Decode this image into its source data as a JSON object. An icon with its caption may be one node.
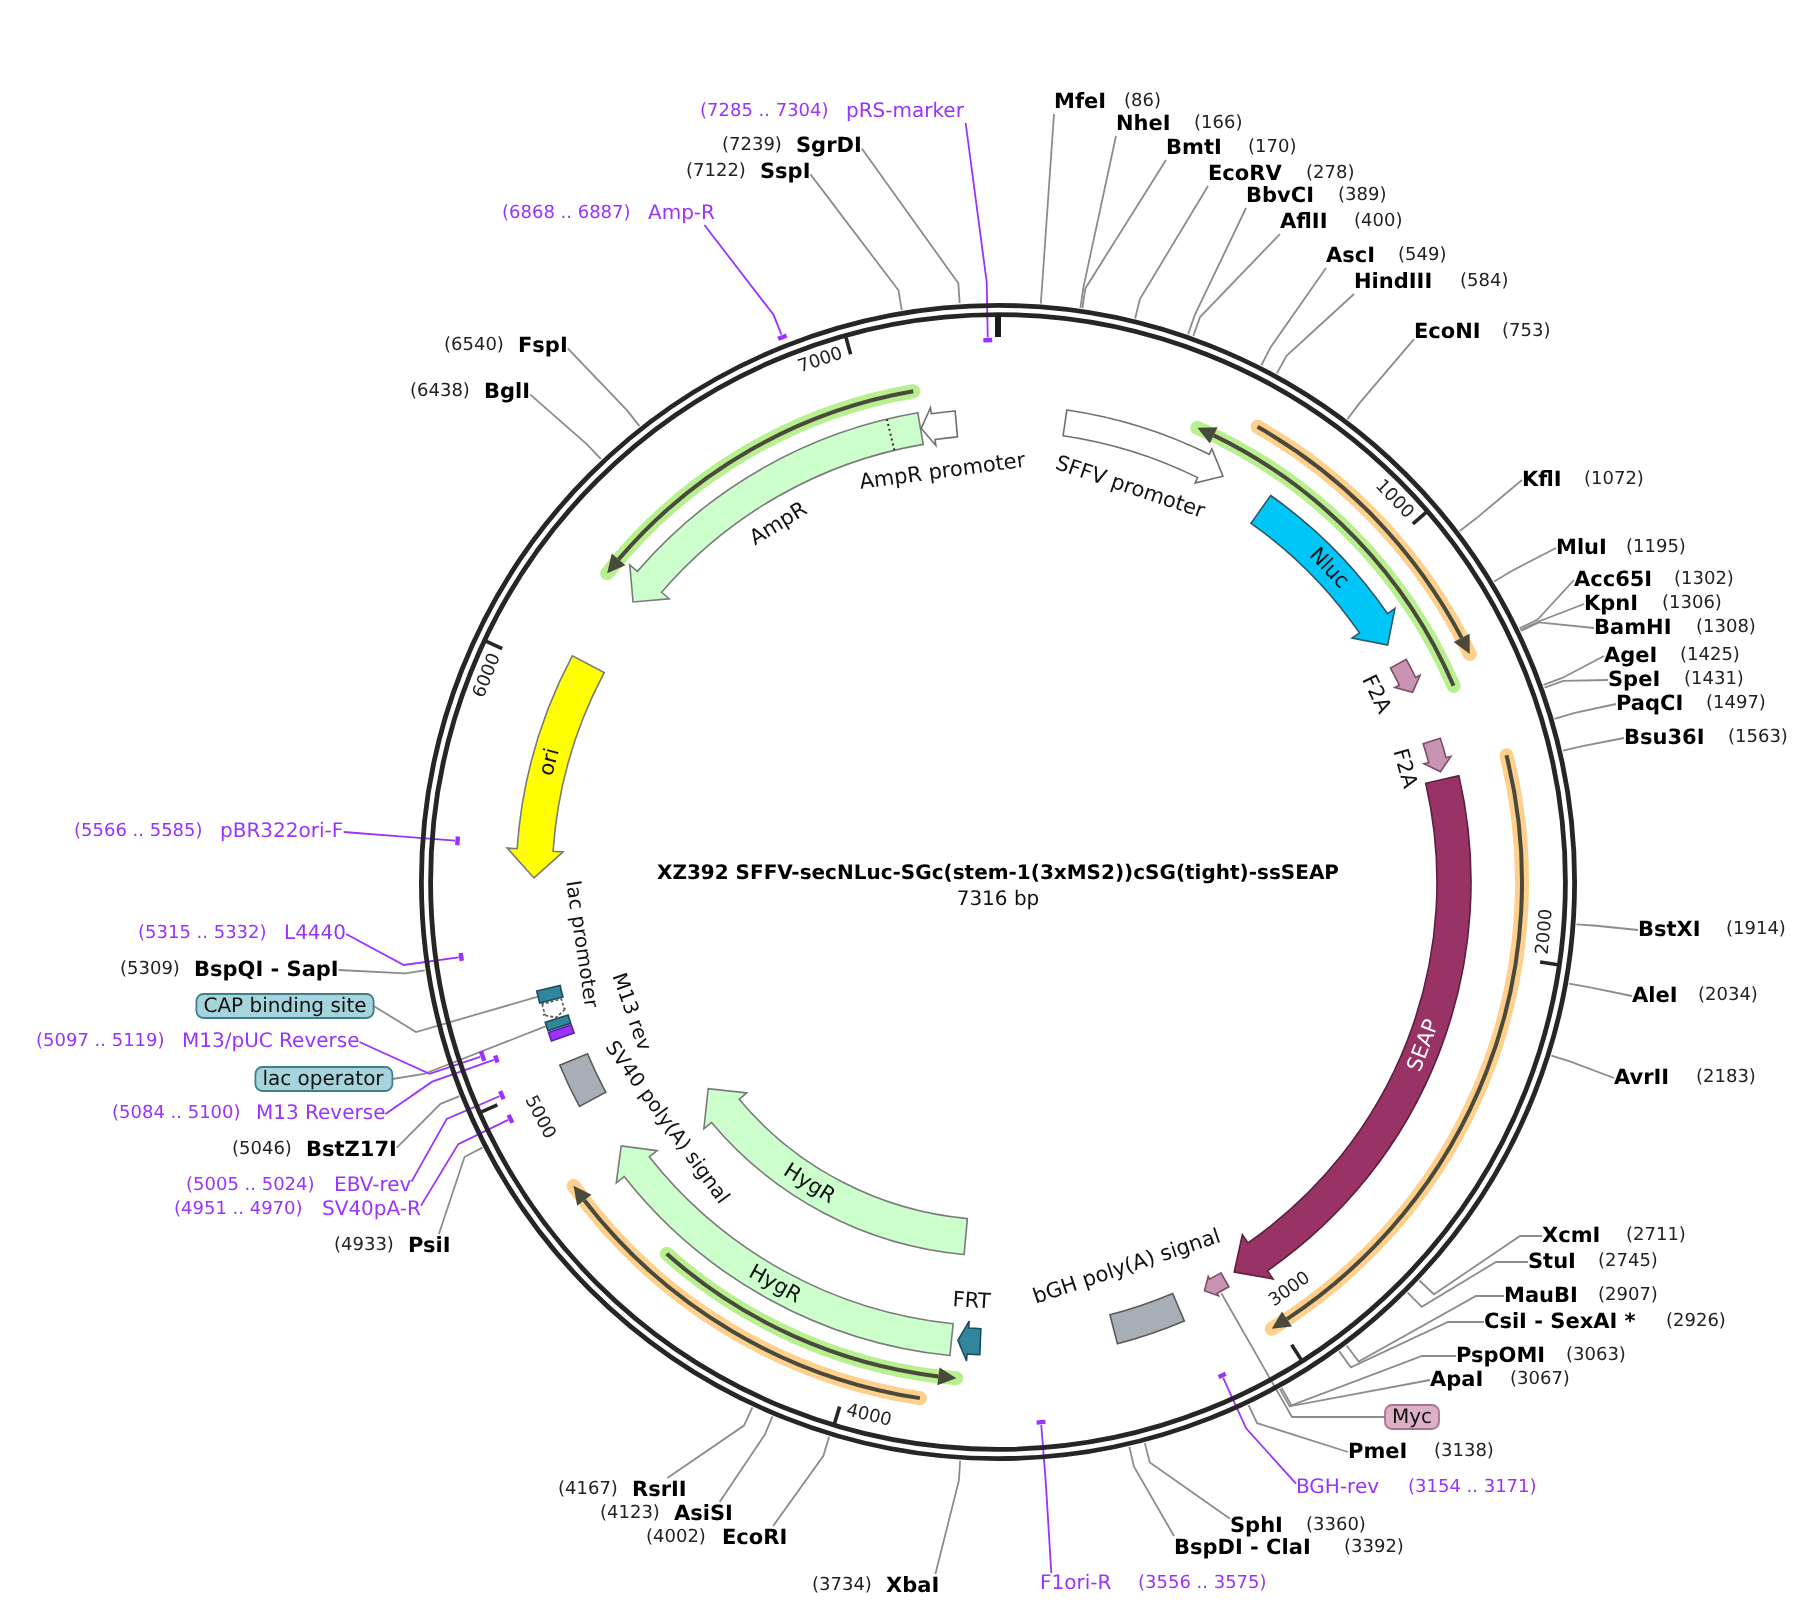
{
  "diagram": {
    "title": "XZ392 SFFV-secNLuc-SGc(stem-1(3xMS2))cSG(tight)-ssSEAP",
    "nodes": [
      {
        "text": [
          "SFFV promoter"
        ]
      },
      {
        "text": [
          "Nluc"
        ]
      },
      {
        "text": [
          "F2A"
        ]
      },
      {
        "text": [
          "F2A"
        ]
      },
      {
        "text": [
          "SEAP"
        ]
      },
      {
        "text": [],
        "shape": "arrow"
      },
      {
        "text": [
          "bGH poly(A) signal"
        ]
      },
      {
        "text": [
          "FRT"
        ]
      },
      {
        "text": [
          "HygR"
        ]
      },
      {
        "text": [
          "HygR"
        ]
      },
      {
        "text": [
          "SV40 poly(A) signal"
        ]
      },
      {
        "text": [
          "M13 rev"
        ]
      },
      {
        "text": [],
        "shape": "box"
      },
      {
        "text": [
          "lac promoter"
        ]
      },
      {
        "text": [],
        "shape": "box"
      },
      {
        "text": [
          "ori"
        ]
      },
      {
        "text": [
          "AmpR"
        ]
      },
      {
        "text": [
          "AmpR promoter"
        ]
      },
      {
        "text": [
          "Myc"
        ]
      },
      {
        "text": [
          "lac operator"
        ]
      },
      {
        "text": [
          "CAP binding site"
        ]
      },
      {
        "text": [
          "MfeI",
          "(86)"
        ]
      },
      {
        "text": [
          "NheI",
          "(166)"
        ]
      },
      {
        "text": [
          "BmtI",
          "(170)"
        ]
      },
      {
        "text": [
          "EcoRV",
          "(278)"
        ]
      },
      {
        "text": [
          "BbvCI",
          "(389)"
        ]
      },
      {
        "text": [
          "AflII",
          "(400)"
        ]
      },
      {
        "text": [
          "AscI",
          "(549)"
        ]
      },
      {
        "text": [
          "HindIII",
          "(584)"
        ]
      },
      {
        "text": [
          "EcoNI",
          "(753)"
        ]
      },
      {
        "text": [
          "KflI",
          "(1072)"
        ]
      },
      {
        "text": [
          "MluI",
          "(1195)"
        ]
      },
      {
        "text": [
          "Acc65I",
          "(1302)"
        ]
      },
      {
        "text": [
          "KpnI",
          "(1306)"
        ]
      },
      {
        "text": [
          "BamHI",
          "(1308)"
        ]
      },
      {
        "text": [
          "AgeI",
          "(1425)"
        ]
      },
      {
        "text": [
          "SpeI",
          "(1431)"
        ]
      },
      {
        "text": [
          "PaqCI",
          "(1497)"
        ]
      },
      {
        "text": [
          "Bsu36I",
          "(1563)"
        ]
      },
      {
        "text": [
          "BstXI",
          "(1914)"
        ]
      },
      {
        "text": [
          "AleI",
          "(2034)"
        ]
      },
      {
        "text": [
          "AvrII",
          "(2183)"
        ]
      },
      {
        "text": [
          "XcmI",
          "(2711)"
        ]
      },
      {
        "text": [
          "StuI",
          "(2745)"
        ]
      },
      {
        "text": [
          "MauBI",
          "(2907)"
        ]
      },
      {
        "text": [
          "CsiI - SexAI *",
          "(2926)"
        ]
      },
      {
        "text": [
          "PspOMI",
          "(3063)"
        ]
      },
      {
        "text": [
          "ApaI",
          "(3067)"
        ]
      },
      {
        "text": [
          "PmeI",
          "(3138)"
        ]
      },
      {
        "text": [
          "SphI",
          "(3360)"
        ]
      },
      {
        "text": [
          "BspDI - ClaI",
          "(3392)"
        ]
      },
      {
        "text": [
          "(3734)",
          "XbaI"
        ]
      },
      {
        "text": [
          "(4002)",
          "EcoRI"
        ]
      },
      {
        "text": [
          "(4123)",
          "AsiSI"
        ]
      },
      {
        "text": [
          "(4167)",
          "RsrII"
        ]
      },
      {
        "text": [
          "(4933)",
          "PsiI"
        ]
      },
      {
        "text": [
          "(5046)",
          "BstZ17I"
        ]
      },
      {
        "text": [
          "(5309)",
          "BspQI - SapI"
        ]
      },
      {
        "text": [
          "(6438)",
          "BglI"
        ]
      },
      {
        "text": [
          "(6540)",
          "FspI"
        ]
      },
      {
        "text": [
          "(7122)",
          "SspI"
        ]
      },
      {
        "text": [
          "(7239)",
          "SgrDI"
        ]
      },
      {
        "text": [
          "BGH-rev",
          "(3154 .. 3171)"
        ]
      },
      {
        "text": [],
        "shape": "bar"
      },
      {
        "text": [
          "F1ori-R",
          "(3556 .. 3575)"
        ]
      },
      {
        "text": [],
        "shape": "bar"
      },
      {
        "text": [
          "(4951 .. 4970)",
          "SV40pA-R"
        ]
      },
      {
        "text": [],
        "shape": "bar"
      },
      {
        "text": [
          "(5005 .. 5024)",
          "EBV-rev"
        ]
      },
      {
        "text": [],
        "shape": "bar"
      },
      {
        "text": [
          "(5084 .. 5100)",
          "M13 Reverse"
        ]
      },
      {
        "text": [],
        "shape": "bar"
      },
      {
        "text": [
          "(5097 .. 5119)",
          "M13/pUC Reverse"
        ]
      },
      {
        "text": [],
        "shape": "bar"
      },
      {
        "text": [
          "(5315 .. 5332)",
          "L4440"
        ]
      },
      {
        "text": [],
        "shape": "bar"
      },
      {
        "text": [
          "(5566 .. 5585)",
          "pBR322ori-F"
        ]
      },
      {
        "text": [],
        "shape": "bar"
      },
      {
        "text": [
          "(6868 .. 6887)",
          "Amp-R"
        ]
      },
      {
        "text": [],
        "shape": "bar"
      },
      {
        "text": [
          "(7285 .. 7304)",
          "pRS-marker"
        ]
      },
      {
        "text": [],
        "shape": "bar"
      }
    ],
    "edges": [
      {
        "from": 18,
        "to": 5,
        "arrow": "none"
      },
      {
        "from": 19,
        "to": 14,
        "arrow": "none"
      },
      {
        "from": 20,
        "to": 12,
        "arrow": "none"
      },
      {
        "from": 21,
        "to": null,
        "arrow": "none"
      },
      {
        "from": 22,
        "to": null,
        "arrow": "none"
      },
      {
        "from": 23,
        "to": null,
        "arrow": "none"
      },
      {
        "from": 24,
        "to": null,
        "arrow": "none"
      },
      {
        "from": 25,
        "to": null,
        "arrow": "none"
      },
      {
        "from": 26,
        "to": null,
        "arrow": "none"
      },
      {
        "from": 27,
        "to": null,
        "arrow": "none"
      },
      {
        "from": 28,
        "to": null,
        "arrow": "none"
      },
      {
        "from": 29,
        "to": null,
        "arrow": "none"
      },
      {
        "from": 30,
        "to": null,
        "arrow": "none"
      },
      {
        "from": 31,
        "to": null,
        "arrow": "none"
      },
      {
        "from": 32,
        "to": null,
        "arrow": "none"
      },
      {
        "from": 33,
        "to": null,
        "arrow": "none"
      },
      {
        "from": 34,
        "to": null,
        "arrow": "none"
      },
      {
        "from": 35,
        "to": null,
        "arrow": "none"
      },
      {
        "from": 36,
        "to": null,
        "arrow": "none"
      },
      {
        "from": 37,
        "to": null,
        "arrow": "none"
      },
      {
        "from": 38,
        "to": null,
        "arrow": "none"
      },
      {
        "from": 39,
        "to": null,
        "arrow": "none"
      },
      {
        "from": 40,
        "to": null,
        "arrow": "none"
      },
      {
        "from": 41,
        "to": null,
        "arrow": "none"
      },
      {
        "from": 42,
        "to": null,
        "arrow": "none"
      },
      {
        "from": 43,
        "to": null,
        "arrow": "none"
      },
      {
        "from": 44,
        "to": null,
        "arrow": "none"
      },
      {
        "from": 45,
        "to": null,
        "arrow": "none"
      },
      {
        "from": 46,
        "to": null,
        "arrow": "none"
      },
      {
        "from": 47,
        "to": null,
        "arrow": "none"
      },
      {
        "from": 48,
        "to": null,
        "arrow": "none"
      },
      {
        "from": 49,
        "to": null,
        "arrow": "none"
      },
      {
        "from": 50,
        "to": null,
        "arrow": "none"
      },
      {
        "from": 51,
        "to": null,
        "arrow": "none"
      },
      {
        "from": 52,
        "to": null,
        "arrow": "none"
      },
      {
        "from": 53,
        "to": null,
        "arrow": "none"
      },
      {
        "from": 54,
        "to": null,
        "arrow": "none"
      },
      {
        "from": 55,
        "to": null,
        "arrow": "none"
      },
      {
        "from": 56,
        "to": null,
        "arrow": "none"
      },
      {
        "from": 57,
        "to": null,
        "arrow": "none"
      },
      {
        "from": 58,
        "to": null,
        "arrow": "none"
      },
      {
        "from": 59,
        "to": null,
        "arrow": "none"
      },
      {
        "from": 60,
        "to": null,
        "arrow": "none"
      },
      {
        "from": 61,
        "to": null,
        "arrow": "none"
      },
      {
        "from": 62,
        "to": 63,
        "arrow": "none",
        "color": "#9933ff"
      },
      {
        "from": 64,
        "to": 65,
        "arrow": "none",
        "color": "#9933ff"
      },
      {
        "from": 66,
        "to": 67,
        "arrow": "none",
        "color": "#9933ff"
      },
      {
        "from": 68,
        "to": 69,
        "arrow": "none",
        "color": "#9933ff"
      },
      {
        "from": 70,
        "to": 71,
        "arrow": "none",
        "color": "#9933ff"
      },
      {
        "from": 72,
        "to": 73,
        "arrow": "none",
        "color": "#9933ff"
      },
      {
        "from": 74,
        "to": 75,
        "arrow": "none",
        "color": "#9933ff"
      },
      {
        "from": 76,
        "to": 77,
        "arrow": "none",
        "color": "#9933ff"
      },
      {
        "from": 78,
        "to": 79,
        "arrow": "none",
        "color": "#9933ff"
      },
      {
        "from": 80,
        "to": 81,
        "arrow": "none",
        "color": "#9933ff"
      }
    ],
    "labels": [
      "7316 bp",
      "1000",
      "2000",
      "3000",
      "4000",
      "5000",
      "6000",
      "7000"
    ]
  }
}
